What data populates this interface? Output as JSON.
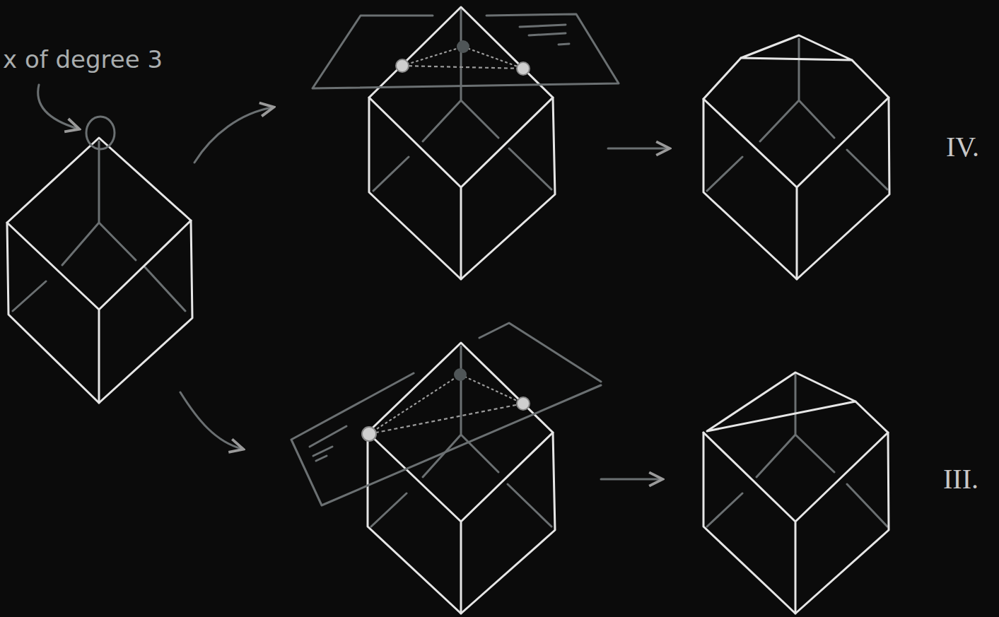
{
  "diagram": {
    "labels": [
      "x of degree 3",
      "IV.",
      "III."
    ]
  }
}
